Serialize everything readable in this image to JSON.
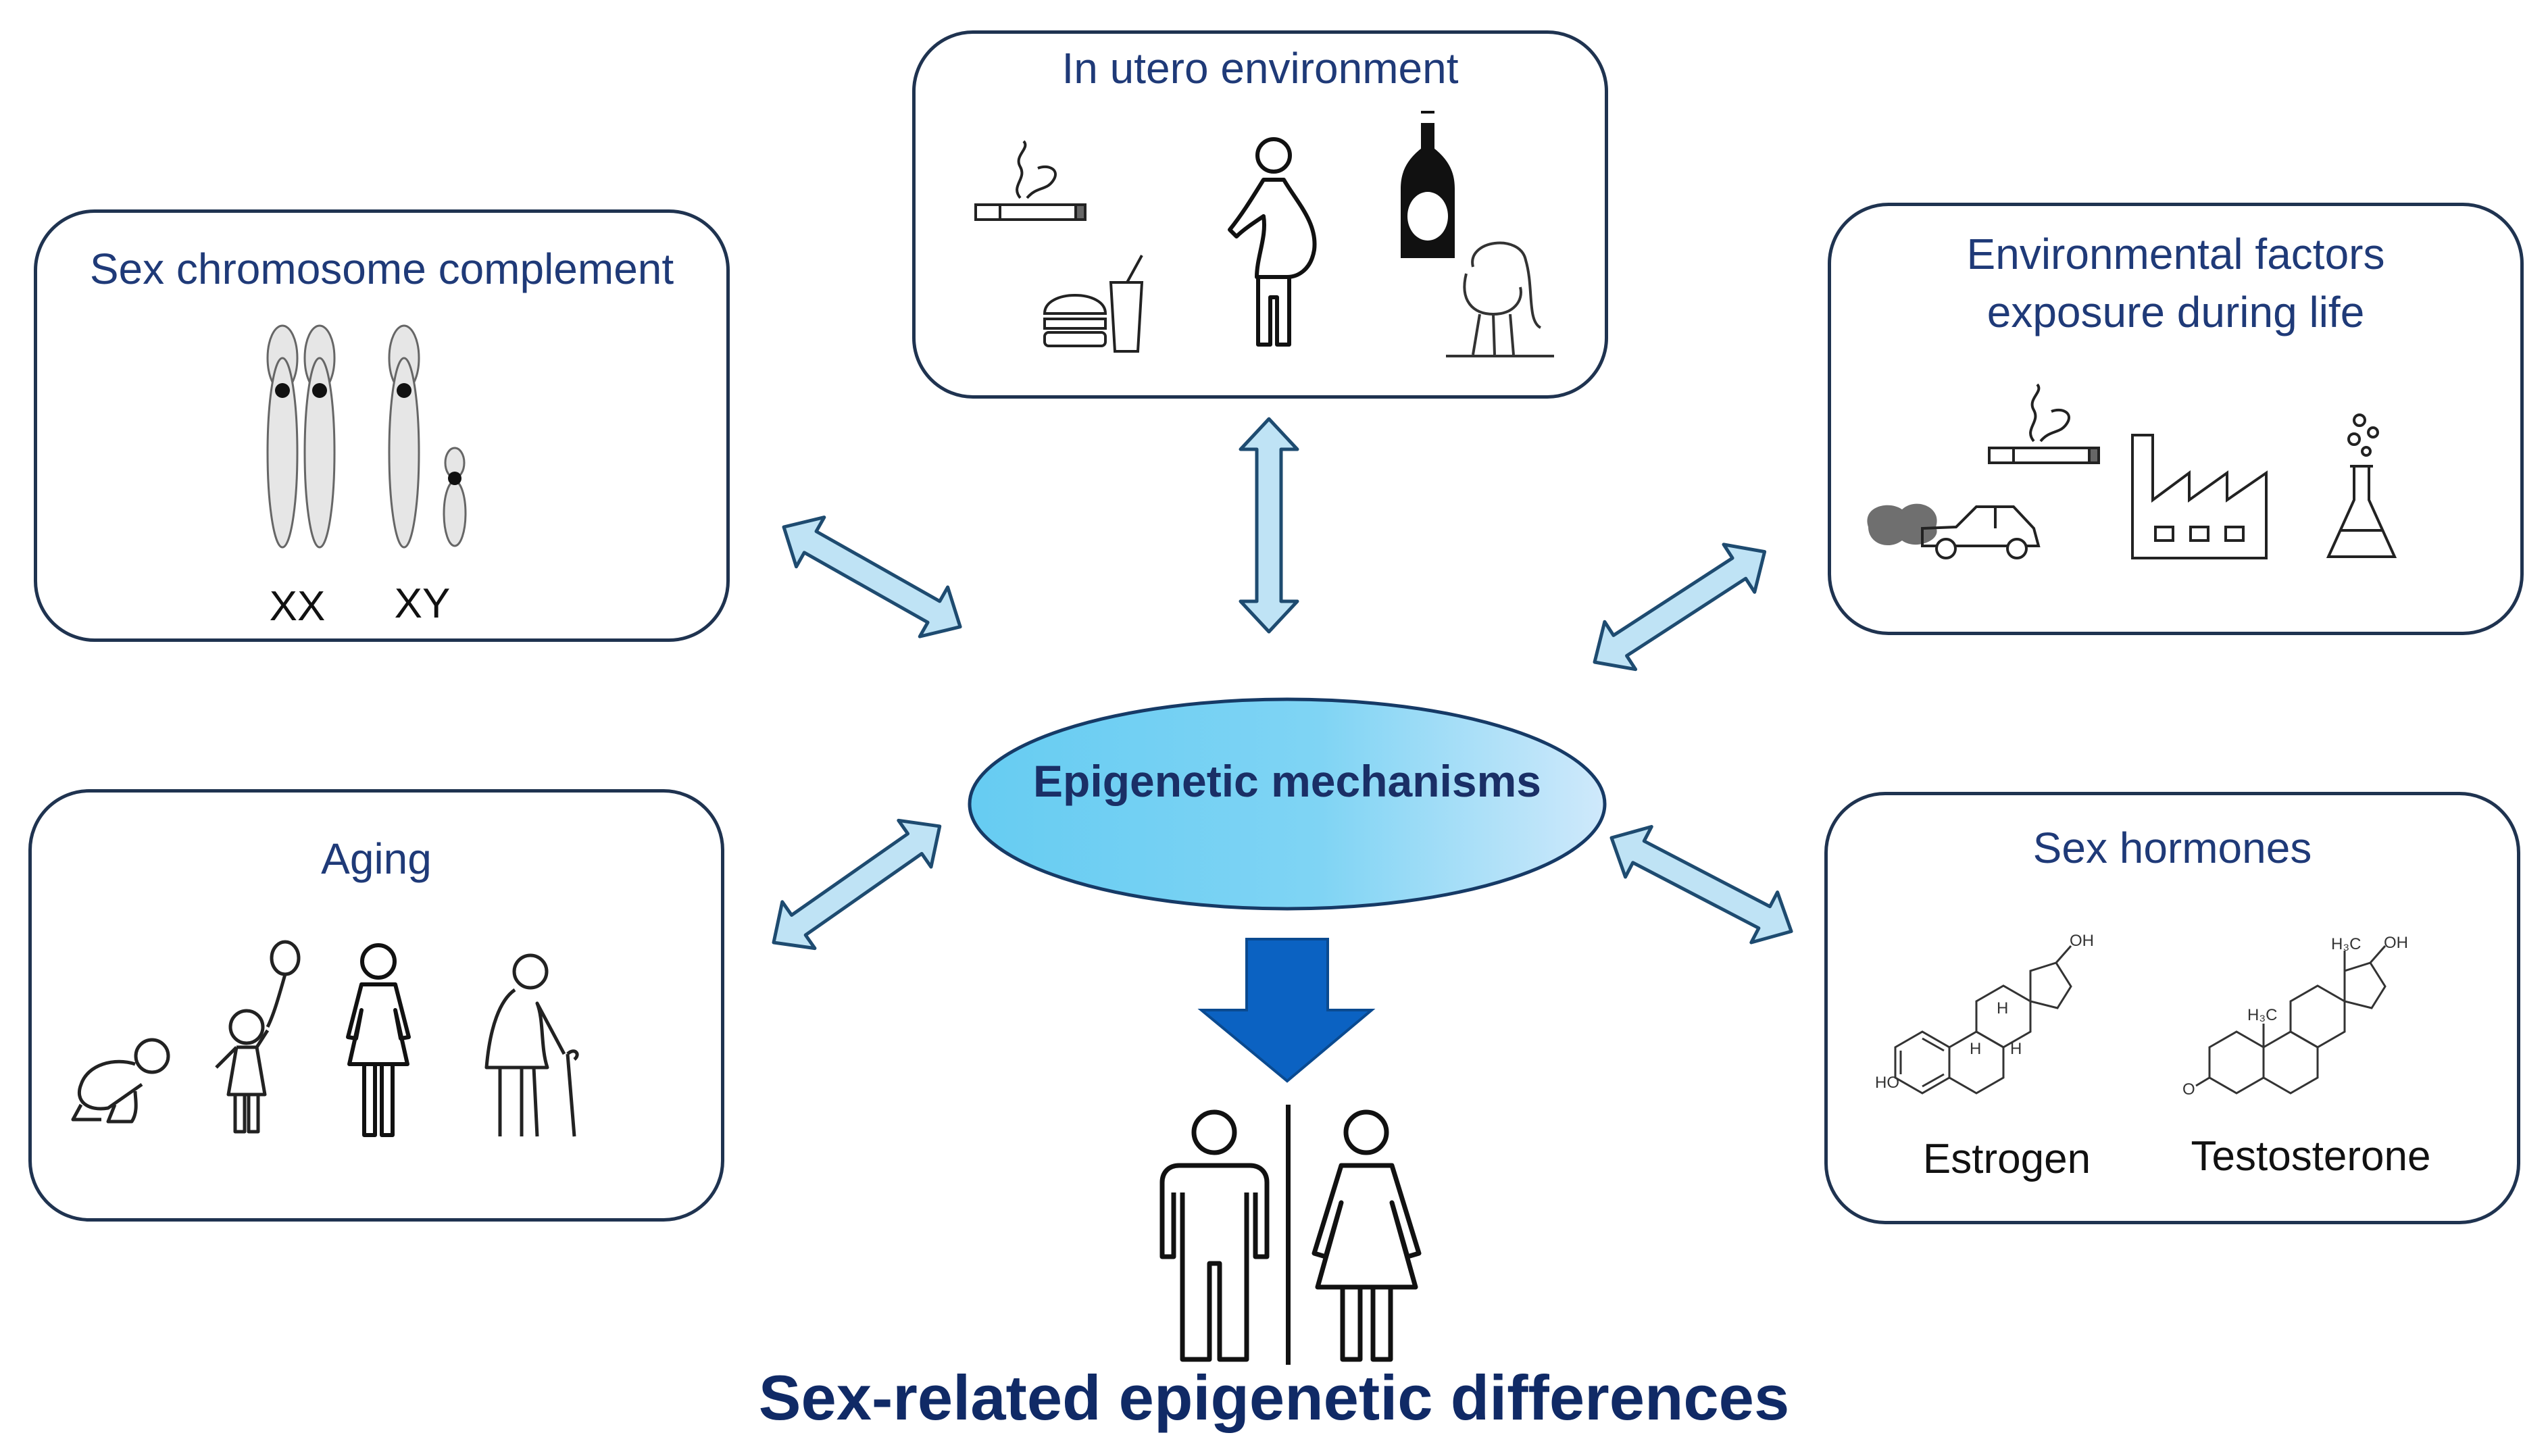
{
  "center": {
    "label": "Epigenetic mechanisms"
  },
  "outcome": {
    "label": "Sex-related epigenetic differences"
  },
  "boxes": {
    "in_utero": {
      "title": "In utero environment"
    },
    "sex_chromosome": {
      "title": "Sex chromosome complement",
      "labels": [
        "XX",
        "XY"
      ]
    },
    "environmental": {
      "title": "Environmental factors\nexposure during life"
    },
    "aging": {
      "title": "Aging"
    },
    "hormones": {
      "title": "Sex hormones",
      "labels": [
        "Estrogen",
        "Testosterone"
      ]
    }
  },
  "colors": {
    "box_border": "#1f3350",
    "title_text": "#1f3a78",
    "arrow_fill": "#bfe3f5",
    "arrow_stroke": "#1e4b70",
    "down_arrow": "#0b62c2",
    "ellipse_light": "#cfe9fb",
    "ellipse_dark": "#66ccf2"
  },
  "icons": [
    "cigarette-icon",
    "pregnant-woman-icon",
    "bottle-icon",
    "fast-food-icon",
    "distressed-person-icon",
    "chromosome-icon",
    "car-exhaust-icon",
    "factory-icon",
    "flask-icon",
    "baby-icon",
    "child-balloon-icon",
    "woman-icon",
    "elderly-woman-icon",
    "estrogen-structure-icon",
    "testosterone-structure-icon",
    "man-icon"
  ]
}
